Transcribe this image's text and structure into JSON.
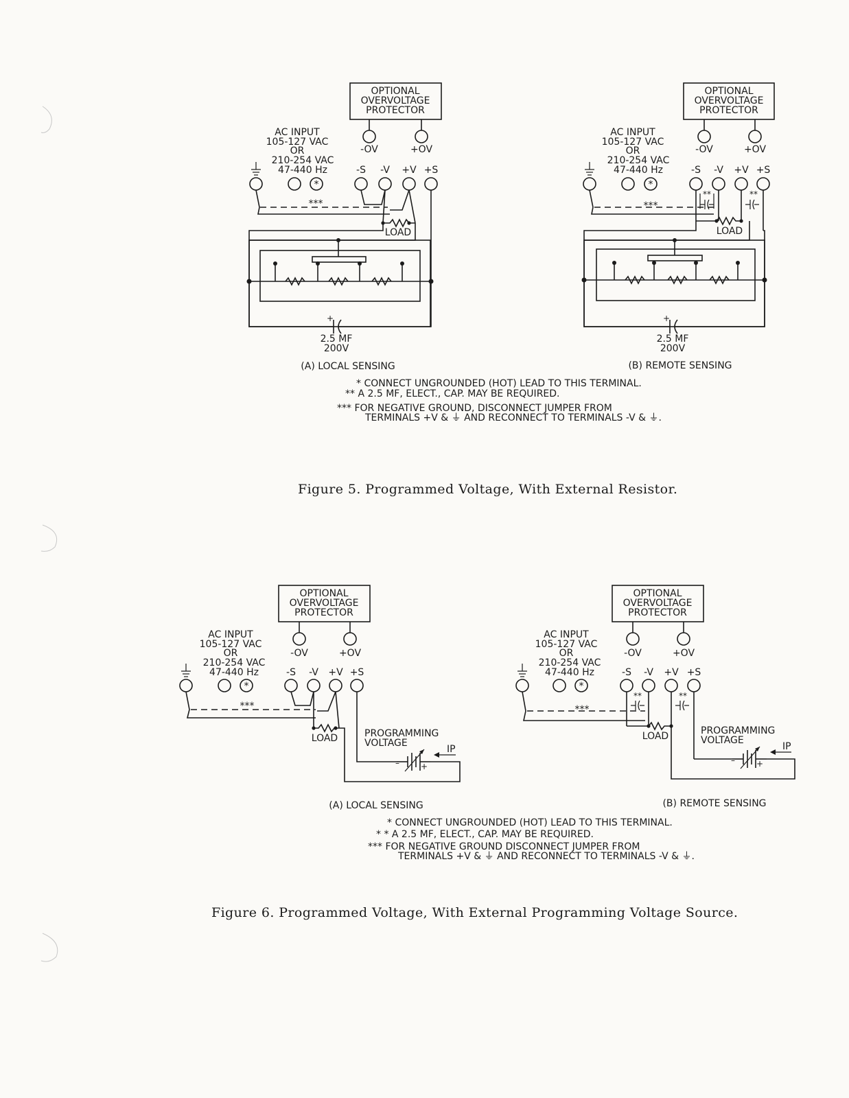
{
  "ovp": [
    "OPTIONAL",
    "OVERVOLTAGE",
    "PROTECTOR"
  ],
  "ac_input": [
    "AC INPUT",
    "105-127 VAC",
    "OR",
    "210-254 VAC",
    "47-440 Hz"
  ],
  "terminals": {
    "minus_ov": "-OV",
    "plus_ov": "+OV",
    "minus_s": "-S",
    "minus_v": "-V",
    "plus_v": "+V",
    "plus_s": "+S"
  },
  "load_label": "LOAD",
  "jumper_mark": "***",
  "cap_mark": "**",
  "hot_mark": "*",
  "capacitor": [
    "2.5 MF",
    "200V"
  ],
  "programming_voltage": [
    "PROGRAMMING",
    "VOLTAGE"
  ],
  "ip_label": "IP",
  "sensing": {
    "local": "(A) LOCAL SENSING",
    "remote": "(B) REMOTE SENSING"
  },
  "notes": [
    "* CONNECT UNGROUNDED (HOT) LEAD TO THIS TERMINAL.",
    "** A 2.5 MF, ELECT., CAP. MAY BE REQUIRED.",
    "*** FOR NEGATIVE GROUND, DISCONNECT JUMPER FROM",
    "TERMINALS +V & ⏚ AND RECONNECT TO TERMINALS -V & ⏚."
  ],
  "notes_fig6": [
    "* CONNECT UNGROUNDED (HOT) LEAD TO THIS TERMINAL.",
    "* * A 2.5 MF, ELECT., CAP. MAY BE REQUIRED.",
    "*** FOR NEGATIVE GROUND DISCONNECT JUMPER FROM",
    "TERMINALS +V & ⏚ AND RECONNECT TO TERMINALS -V & ⏚."
  ],
  "captions": {
    "fig5": "Figure 5.   Programmed Voltage, With External Resistor.",
    "fig6": "Figure 6.   Programmed Voltage, With External Programming Voltage Source."
  }
}
